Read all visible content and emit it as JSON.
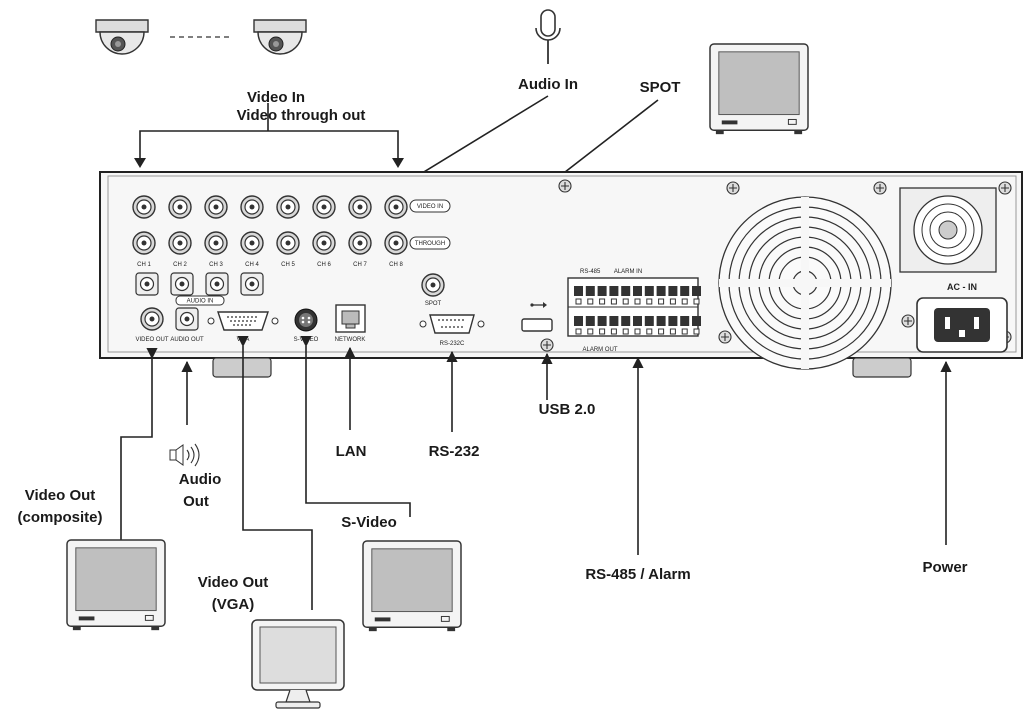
{
  "labels": {
    "video_in": "Video In",
    "video_through_out": "Video through out",
    "audio_in": "Audio In",
    "spot": "SPOT",
    "usb": "USB 2.0",
    "lan": "LAN",
    "rs232": "RS-232",
    "audio_out_1": "Audio",
    "audio_out_2": "Out",
    "video_out_composite_1": "Video Out",
    "video_out_composite_2": "(composite)",
    "s_video": "S-Video",
    "video_out_vga_1": "Video Out",
    "video_out_vga_2": "(VGA)",
    "rs485_alarm": "RS-485 / Alarm",
    "power": "Power"
  },
  "panel": {
    "video_in_tag": "VIDEO IN",
    "through_tag": "THROUGH",
    "channel_labels": [
      "CH 1",
      "CH 2",
      "CH 3",
      "CH 4",
      "CH 5",
      "CH 6",
      "CH 7",
      "CH 8"
    ],
    "audio_in_tag": "AUDIO IN",
    "spot_tag": "SPOT",
    "video_out_tag": "VIDEO OUT",
    "audio_out_tag": "AUDIO OUT",
    "vga_tag": "VGA",
    "svideo_tag": "S-VIDEO",
    "network_tag": "NETWORK",
    "rs232_tag": "RS-232C",
    "alarm_in_tag": "ALARM IN",
    "alarm_out_tag": "ALARM OUT",
    "ac_in_tag": "AC - IN"
  },
  "icons": [
    "camera-icon",
    "microphone-icon",
    "monitor-icon",
    "speaker-icon",
    "usb-icon",
    "fan-icon",
    "power-socket-icon"
  ]
}
